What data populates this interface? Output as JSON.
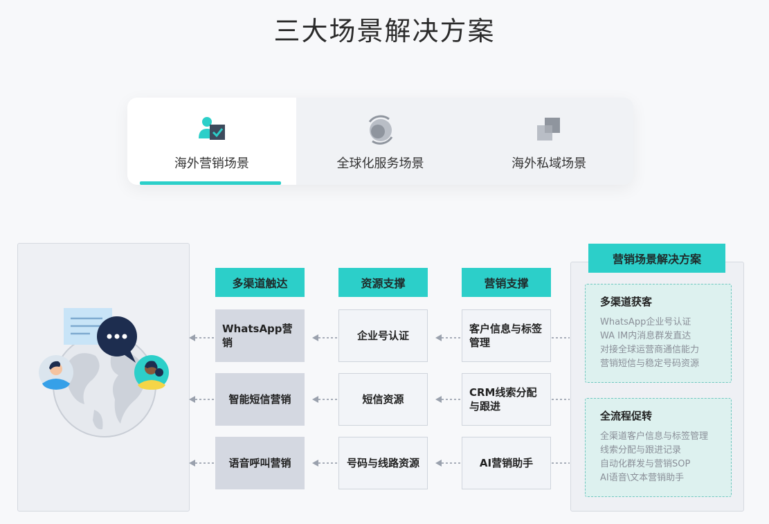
{
  "page_title": "三大场景解决方案",
  "tabs": [
    {
      "label": "海外营销场景",
      "icon": "user-check-icon",
      "active": true
    },
    {
      "label": "全球化服务场景",
      "icon": "globe-icon",
      "active": false
    },
    {
      "label": "海外私域场景",
      "icon": "stacked-squares-icon",
      "active": false
    }
  ],
  "columns": [
    {
      "header": "多渠道触达",
      "items": [
        "WhatsApp营销",
        "智能短信营销",
        "语音呼叫营销"
      ]
    },
    {
      "header": "资源支撑",
      "items": [
        "企业号认证",
        "短信资源",
        "号码与线路资源"
      ]
    },
    {
      "header": "营销支撑",
      "items": [
        "客户信息与标签管理",
        "CRM线索分配与跟进",
        "AI营销助手"
      ]
    }
  ],
  "solution": {
    "header": "营销场景解决方案",
    "cards": [
      {
        "title": "多渠道获客",
        "items": [
          "WhatsApp企业号认证",
          "WA IM内消息群发直达",
          "对接全球运营商通信能力",
          "营销短信与稳定号码资源"
        ]
      },
      {
        "title": "全流程促转",
        "items": [
          "全渠道客户信息与标签管理",
          "线索分配与跟进记录",
          "自动化群发与营销SOP",
          "AI语音\\文本营销助手"
        ]
      }
    ]
  },
  "colors": {
    "accent": "#2ccfc9",
    "navy": "#1d2d4f",
    "light_blue": "#c8e4f7"
  }
}
